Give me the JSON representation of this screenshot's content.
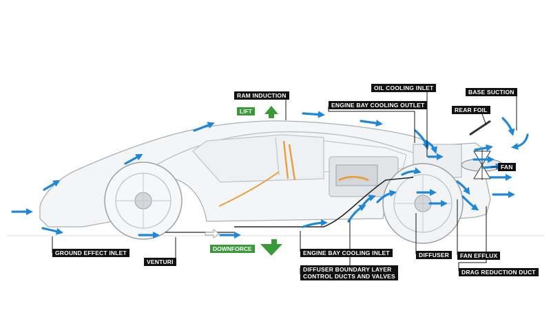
{
  "colors": {
    "flow_arrow": "#1e88d6",
    "label_bg": "#111111",
    "label_text": "#ffffff",
    "lift_down_green": "#3a9a3a",
    "car_outline": "#9aa0a6",
    "engine_orange": "#e8a040"
  },
  "labels": {
    "ram_induction": "RAM INDUCTION",
    "oil_cooling_inlet": "OIL COOLING INLET",
    "base_suction": "BASE SUCTION",
    "engine_bay_cooling_outlet": "ENGINE BAY COOLING OUTLET",
    "rear_foil": "REAR FOIL",
    "fan": "FAN",
    "ground_effect_inlet": "GROUND EFFECT INLET",
    "venturi": "VENTURI",
    "engine_bay_cooling_inlet": "ENGINE BAY COOLING INLET",
    "diffuser_boundary_line1": "DIFFUSER BOUNDARY LAYER",
    "diffuser_boundary_line2": "CONTROL DUCTS AND VALVES",
    "diffuser": "DIFFUSER",
    "fan_efflux": "FAN EFFLUX",
    "drag_reduction_duct": "DRAG REDUCTION DUCT"
  },
  "tags": {
    "lift": "LIFT",
    "downforce": "DOWNFORCE"
  }
}
